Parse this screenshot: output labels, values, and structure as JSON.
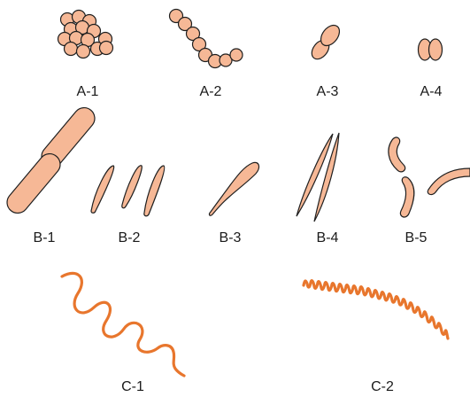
{
  "colors": {
    "cell_fill": "#f6b896",
    "cell_stroke": "#1f1f1f",
    "spiral": "#e8762d",
    "text": "#1a1a1a"
  },
  "labels": {
    "a1": "A-1",
    "a2": "A-2",
    "a3": "A-3",
    "a4": "A-4",
    "b1": "B-1",
    "b2": "B-2",
    "b3": "B-3",
    "b4": "B-4",
    "b5": "B-5",
    "c1": "C-1",
    "c2": "C-2"
  }
}
